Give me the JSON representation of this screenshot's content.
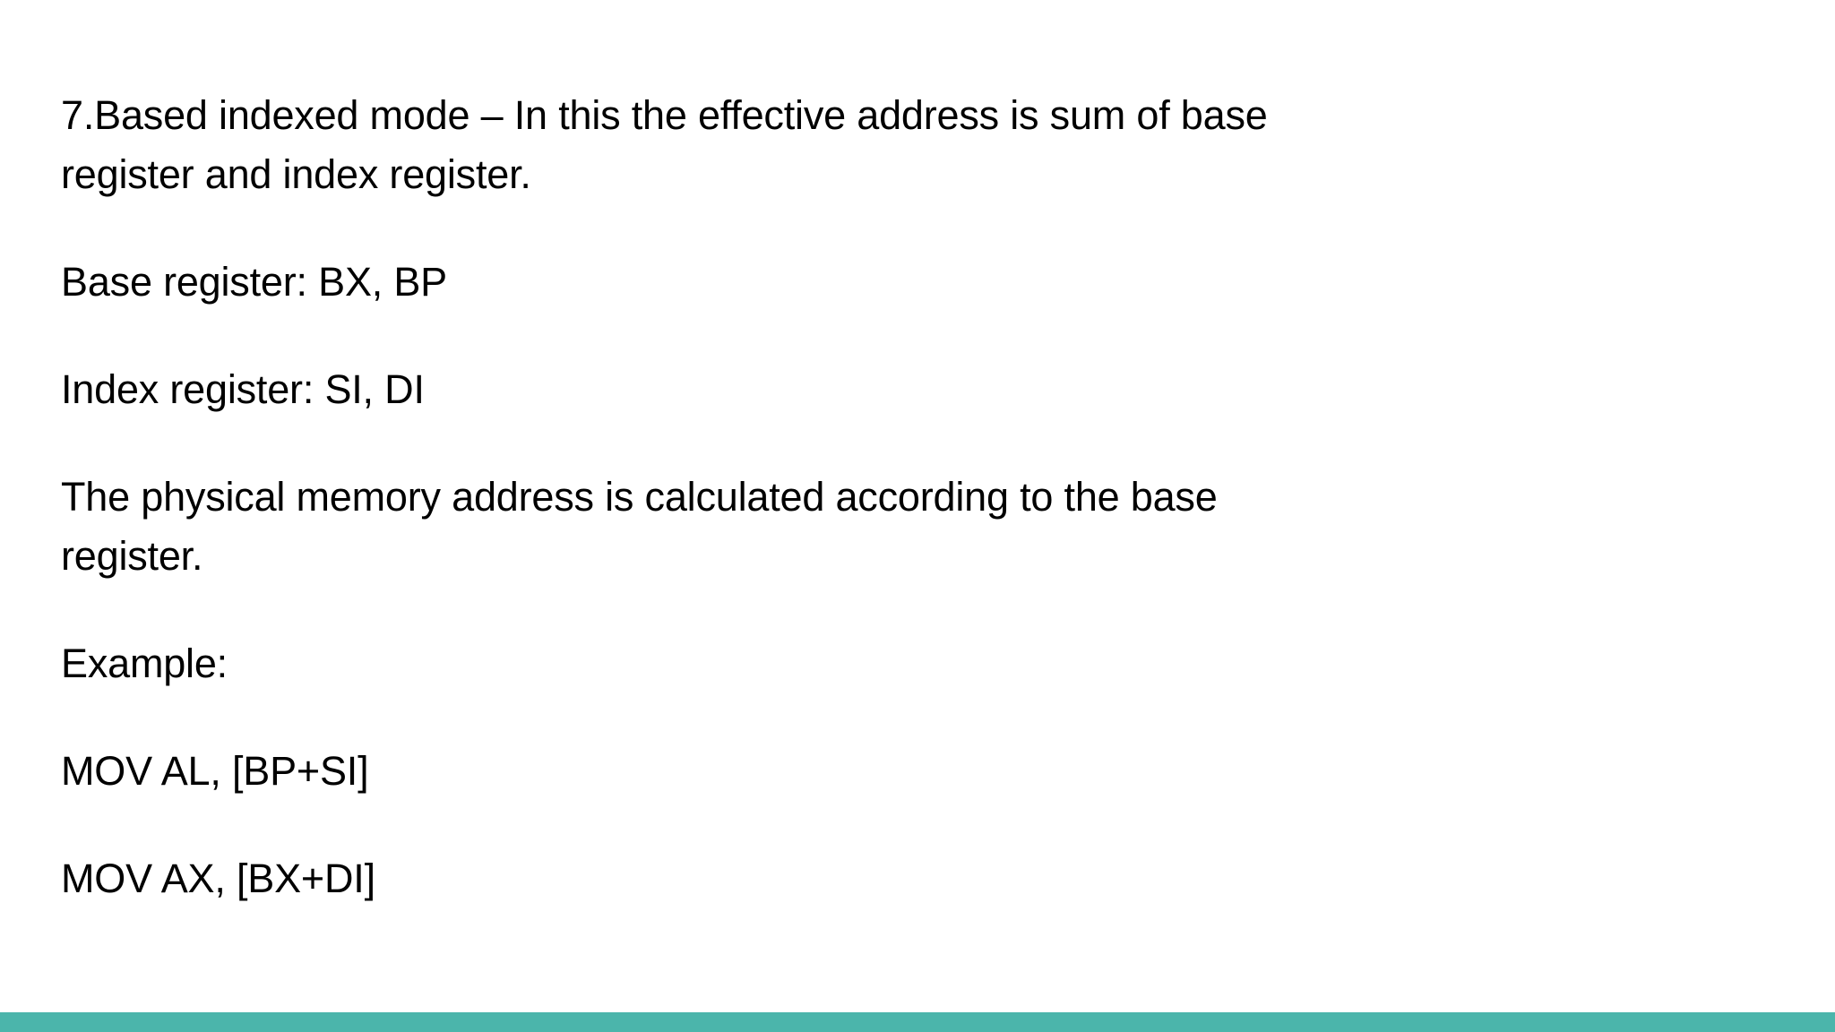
{
  "slide": {
    "background_color": "#ffffff",
    "text_color": "#000000",
    "accent_bar_color": "#4bb5ab",
    "blocks": [
      {
        "id": "based-indexed-mode",
        "text": "7.Based indexed mode – In this the effective address is sum of base register and index register."
      },
      {
        "id": "base-register",
        "text": "Base register: BX, BP"
      },
      {
        "id": "index-register",
        "text": "Index register: SI, DI"
      },
      {
        "id": "physical-memory-address",
        "text": "The physical memory address is calculated according to the base register."
      },
      {
        "id": "example-label",
        "text": "Example:"
      },
      {
        "id": "example-instruction-1",
        "text": "MOV AL, [BP+SI]"
      },
      {
        "id": "example-instruction-2",
        "text": "MOV AX, [BX+DI]"
      }
    ]
  }
}
